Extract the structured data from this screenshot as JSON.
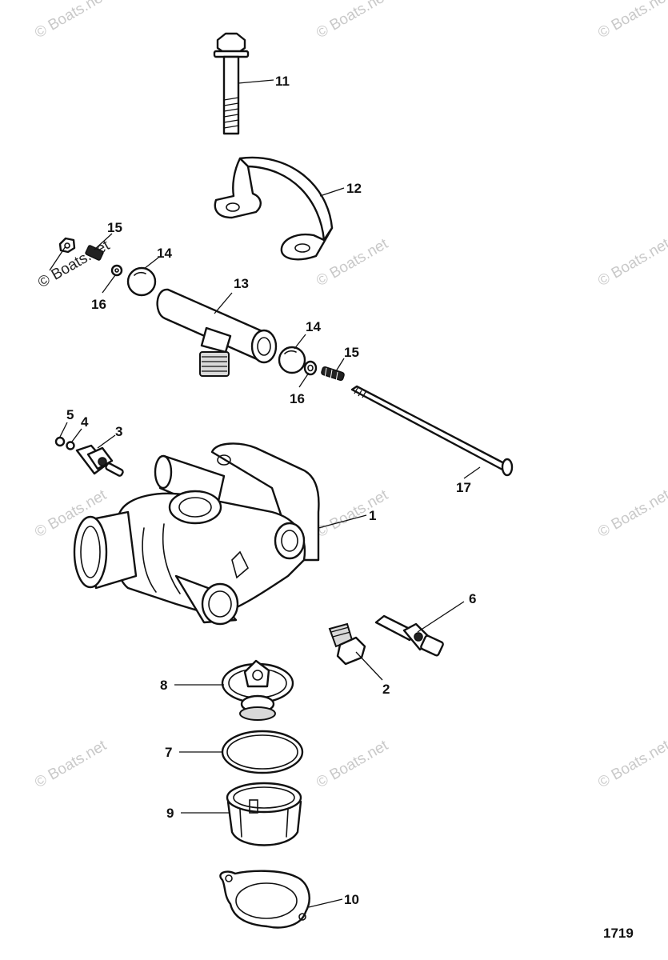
{
  "diagram": {
    "figure_number": "1719",
    "watermark": "© Boats.net",
    "callouts": [
      {
        "id": "c11",
        "label": "11"
      },
      {
        "id": "c12",
        "label": "12"
      },
      {
        "id": "c15a",
        "label": "15"
      },
      {
        "id": "c16a",
        "label": "16"
      },
      {
        "id": "c14a",
        "label": "14"
      },
      {
        "id": "c13",
        "label": "13"
      },
      {
        "id": "c14b",
        "label": "14"
      },
      {
        "id": "c15b",
        "label": "15"
      },
      {
        "id": "c16b",
        "label": "16"
      },
      {
        "id": "c5",
        "label": "5"
      },
      {
        "id": "c4",
        "label": "4"
      },
      {
        "id": "c3",
        "label": "3"
      },
      {
        "id": "c17",
        "label": "17"
      },
      {
        "id": "c1",
        "label": "1"
      },
      {
        "id": "c6",
        "label": "6"
      },
      {
        "id": "c2",
        "label": "2"
      },
      {
        "id": "c8",
        "label": "8"
      },
      {
        "id": "c7",
        "label": "7"
      },
      {
        "id": "c9",
        "label": "9"
      },
      {
        "id": "c10",
        "label": "10"
      }
    ]
  }
}
